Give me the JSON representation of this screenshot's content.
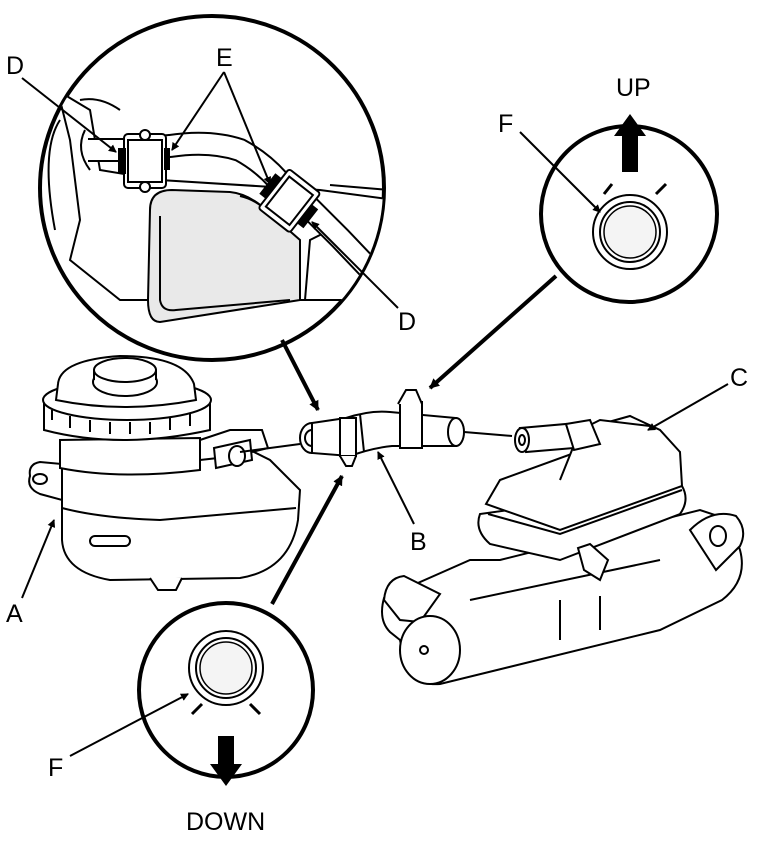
{
  "labels": {
    "a": "A",
    "b": "B",
    "c": "C",
    "d_left": "D",
    "d_right": "D",
    "e": "E",
    "f_top": "F",
    "f_bottom": "F",
    "up": "UP",
    "down": "DOWN"
  },
  "icons": {
    "up_arrow": "arrow-up-icon",
    "down_arrow": "arrow-down-icon"
  }
}
